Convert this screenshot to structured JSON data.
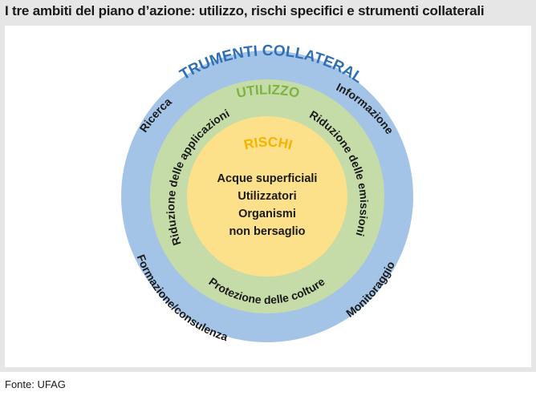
{
  "title": "I tre ambiti del piano d’azione: utilizzo, rischi specifici e strumenti collaterali",
  "source": "Fonte: UFAG",
  "colors": {
    "outer": "#a3c4e7",
    "middle": "#c6dca8",
    "inner": "#fce08a",
    "outer_title": "#2f6fb6",
    "middle_title": "#7cb342",
    "inner_title": "#f5b400",
    "text": "#1a1a1a"
  },
  "rings": {
    "outer": {
      "title": "STRUMENTI COLLATERALI",
      "labels": {
        "top_left": "Ricerca",
        "top_right": "Informazione",
        "bottom_left": "Formazione/consulenza",
        "bottom_right": "Monitoraggio"
      }
    },
    "middle": {
      "title": "UTILIZZO",
      "labels": {
        "left": "Riduzione delle applicazioni",
        "right": "Riduzione delle emissioni",
        "bottom": "Protezione delle colture"
      }
    },
    "inner": {
      "title": "RISCHI",
      "lines": [
        "Acque superficiali",
        "Utilizzatori",
        "Organismi",
        "non bersaglio"
      ]
    }
  }
}
